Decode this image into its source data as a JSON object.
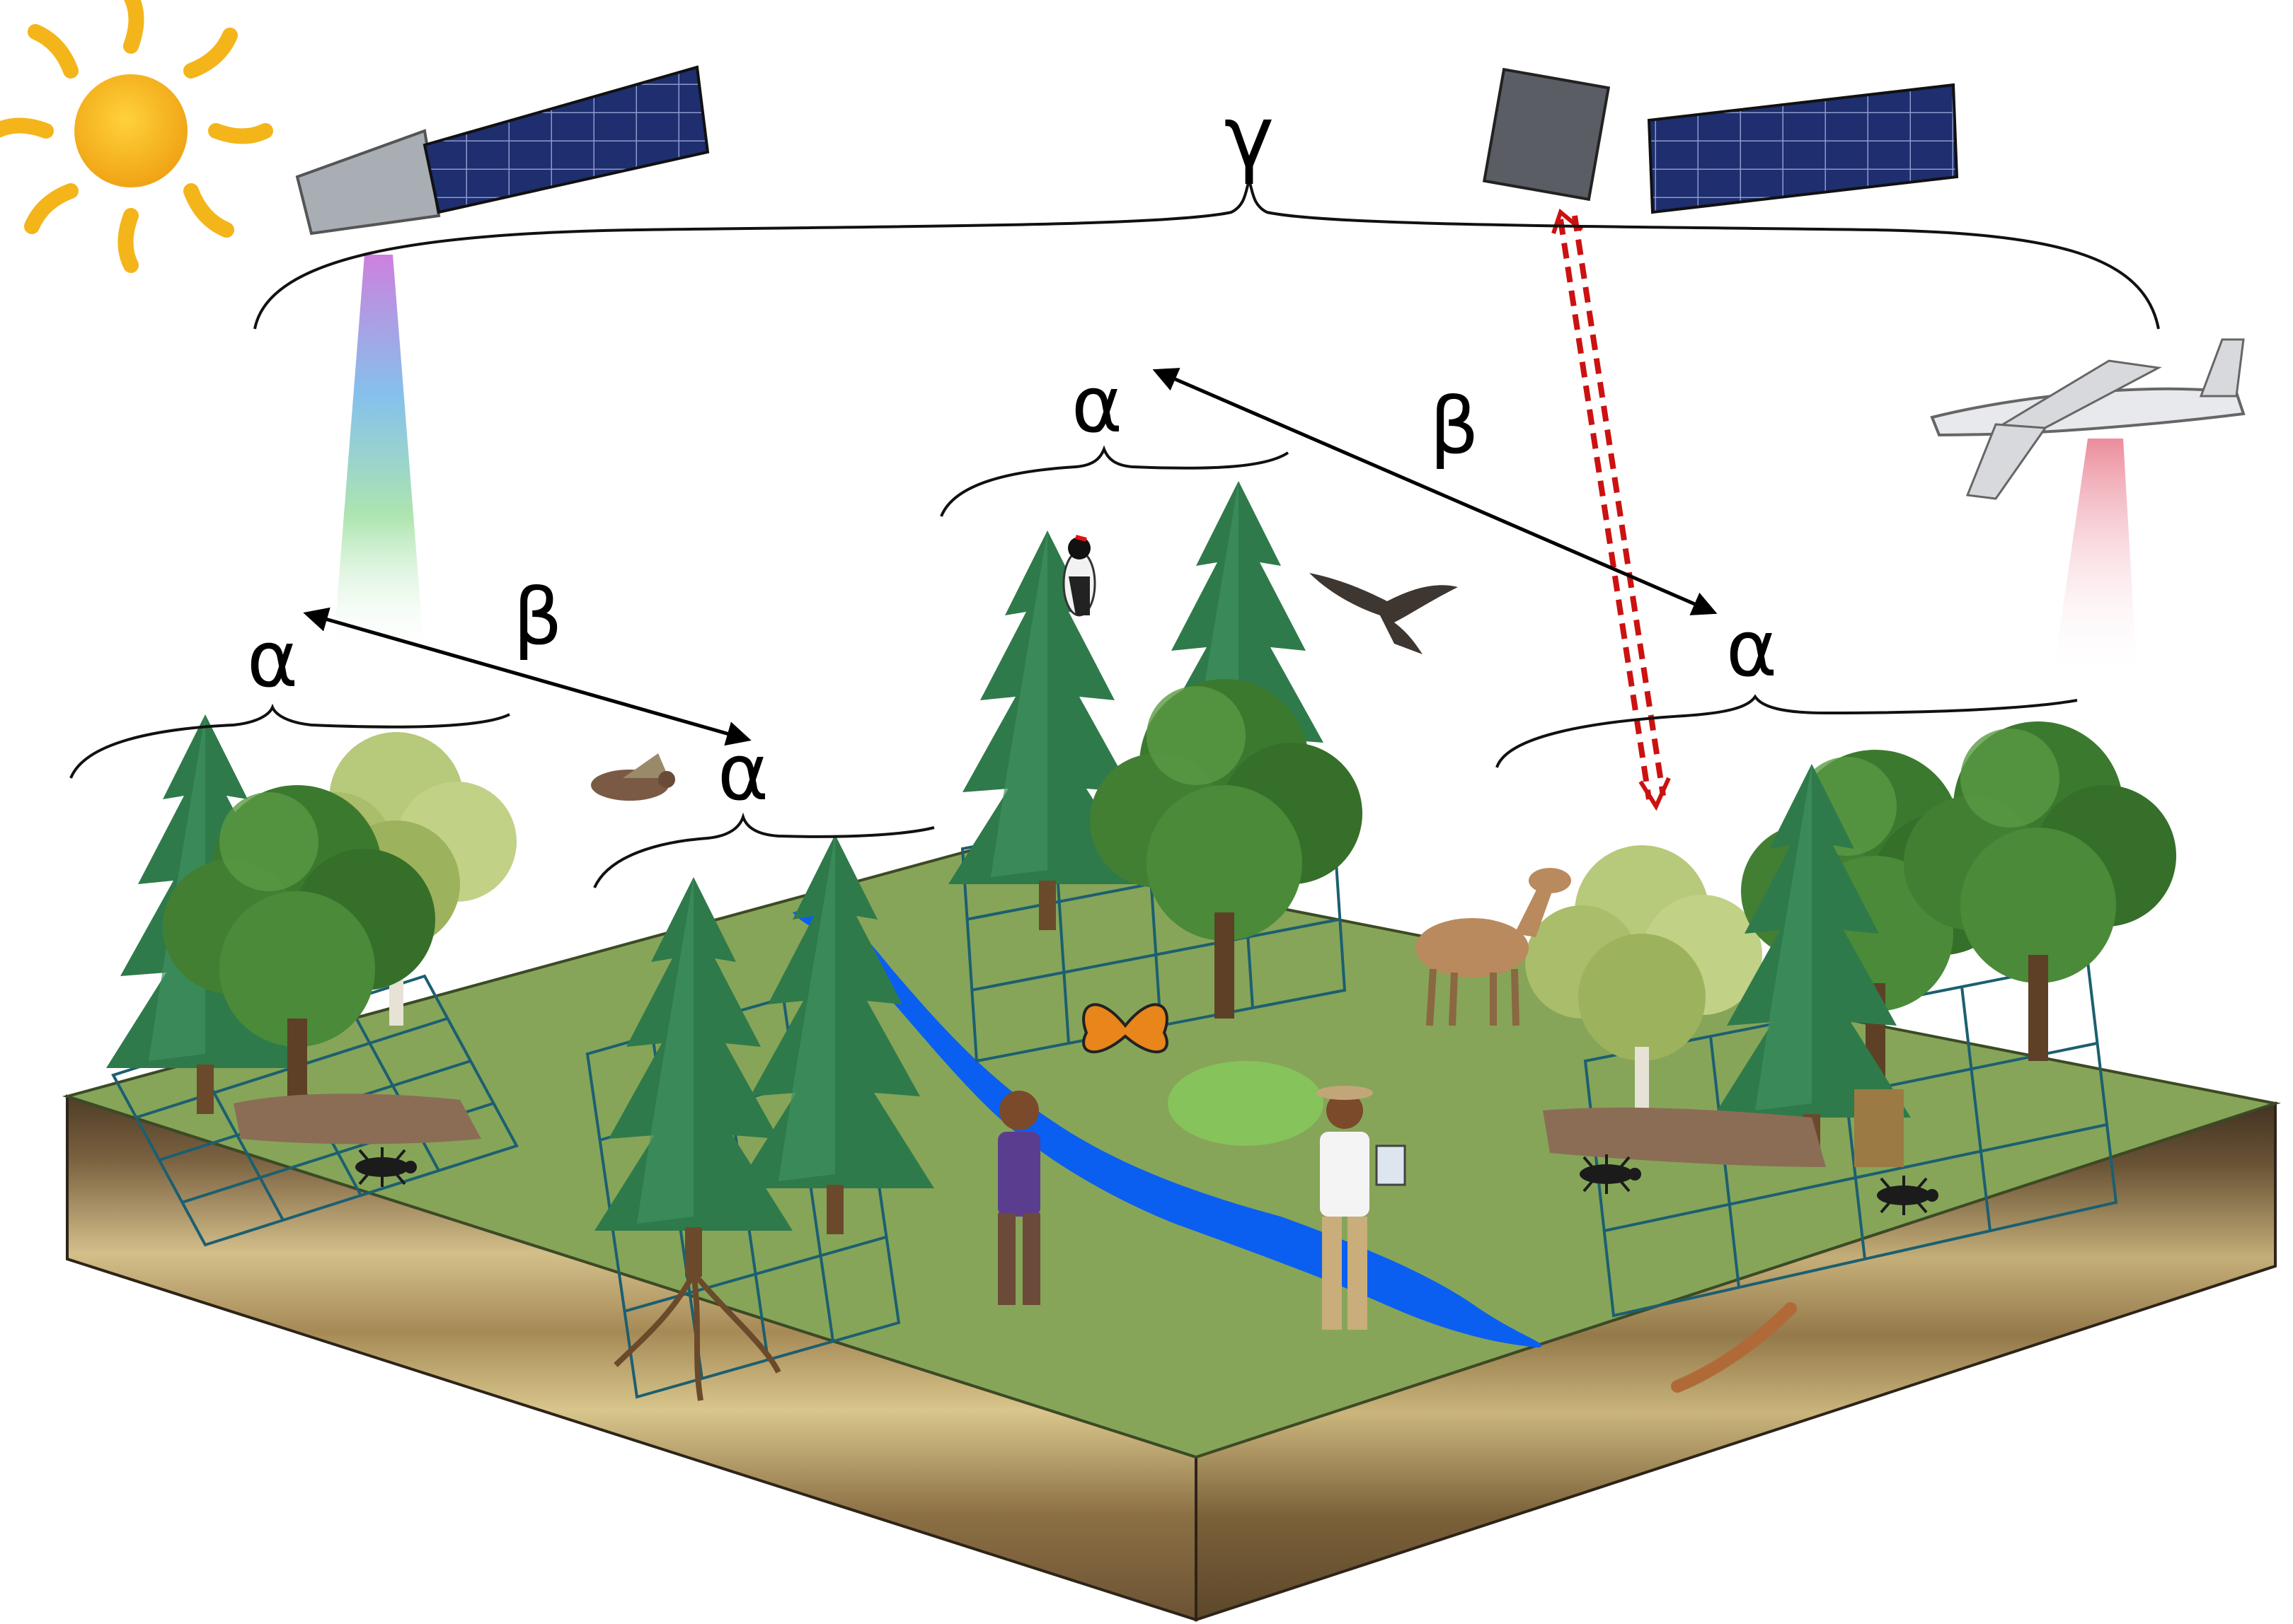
{
  "labels": {
    "gamma": "γ",
    "alpha_left": "α",
    "alpha_mid": "α",
    "alpha_top": "α",
    "alpha_right": "α",
    "beta_left": "β",
    "beta_top": "β"
  },
  "colors": {
    "ground_top": "#86a559",
    "soil_dark": "#5c4a32",
    "soil_light": "#c9b27a",
    "river": "#0a5ff0",
    "plot_grid": "#1c5f70",
    "sensor_beam_red": "#e8788a",
    "lidar_arrow": "#cc1111",
    "sun": "#f4b51b",
    "solar_panel": "#1e2e6e"
  },
  "icons": [
    "sun-icon",
    "satellite-icon",
    "satellite-2-icon",
    "airplane-icon",
    "bird-icon",
    "woodpecker-icon",
    "hawk-icon",
    "butterfly-icon",
    "deer-icon",
    "beetle-icon",
    "centipede-icon",
    "person-binoculars-icon",
    "person-tablet-icon",
    "tree-icon"
  ]
}
